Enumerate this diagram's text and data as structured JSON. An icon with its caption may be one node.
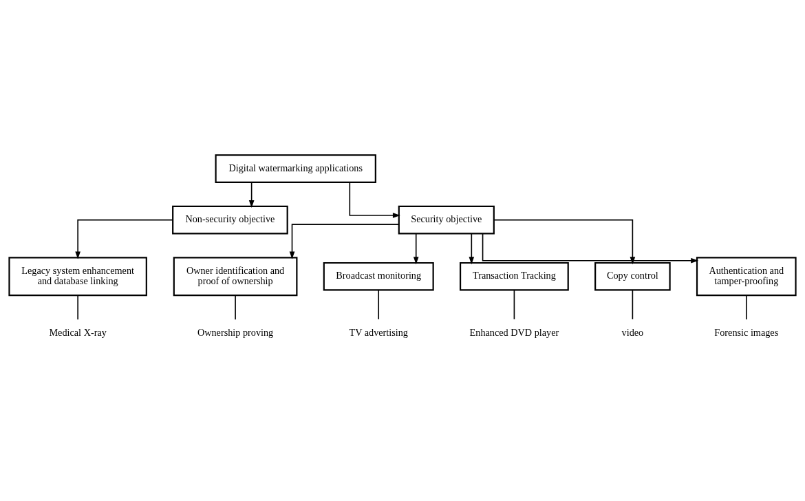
{
  "diagram": {
    "nodes": [
      {
        "text": [
          "Digital watermarking applications"
        ]
      },
      {
        "text": [
          "Non-security objective"
        ]
      },
      {
        "text": [
          "Security objective"
        ]
      },
      {
        "text": [
          "Legacy system enhancement and database linking"
        ]
      },
      {
        "text": [
          "Medical X-ray"
        ]
      },
      {
        "text": [
          "Owner identification and proof of ownership"
        ]
      },
      {
        "text": [
          "Ownership proving"
        ]
      },
      {
        "text": [
          "Broadcast monitoring"
        ]
      },
      {
        "text": [
          "TV advertising"
        ]
      },
      {
        "text": [
          "Transaction Tracking"
        ]
      },
      {
        "text": [
          "Enhanced DVD player"
        ]
      },
      {
        "text": [
          "Copy control"
        ]
      },
      {
        "text": [
          "video"
        ]
      },
      {
        "text": [
          "Authentication and tamper-proofing"
        ]
      },
      {
        "text": [
          "Forensic images"
        ]
      }
    ],
    "edges": [
      {
        "from": 0,
        "to": 1,
        "arrow": "to"
      },
      {
        "from": 0,
        "to": 2,
        "arrow": "to"
      },
      {
        "from": 1,
        "to": 3,
        "arrow": "to"
      },
      {
        "from": 2,
        "to": 5,
        "arrow": "to"
      },
      {
        "from": 2,
        "to": 7,
        "arrow": "to"
      },
      {
        "from": 2,
        "to": 9,
        "arrow": "to"
      },
      {
        "from": 2,
        "to": 11,
        "arrow": "to"
      },
      {
        "from": 2,
        "to": 13,
        "arrow": "to"
      },
      {
        "from": 3,
        "to": 4,
        "arrow": "none"
      },
      {
        "from": 5,
        "to": 6,
        "arrow": "none"
      },
      {
        "from": 7,
        "to": 8,
        "arrow": "none"
      },
      {
        "from": 9,
        "to": 10,
        "arrow": "none"
      },
      {
        "from": 11,
        "to": 12,
        "arrow": "none"
      },
      {
        "from": 13,
        "to": 14,
        "arrow": "none"
      }
    ]
  }
}
